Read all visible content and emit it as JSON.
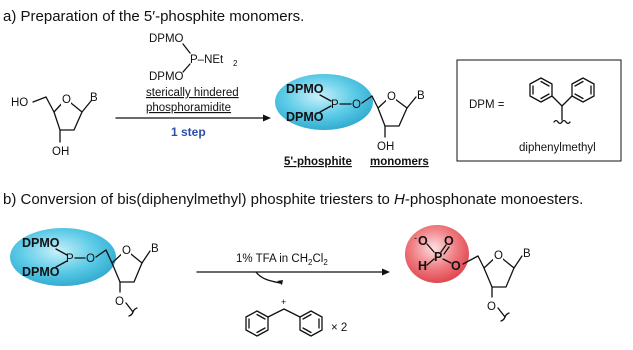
{
  "section_a": {
    "heading": "a) Preparation of the 5′-phosphite monomers.",
    "reagent": {
      "dpmo_top": "DPMO",
      "p_net2": "P–NEt",
      "net2_sub": "2",
      "dpmo_bottom": "DPMO",
      "desc_line1": "sterically hindered",
      "desc_line2": "phosphoramidite",
      "step": "1 step"
    },
    "start": {
      "ho": "HO",
      "oh": "OH",
      "ring_o": "O",
      "base": "B"
    },
    "product": {
      "dpmo_top": "DPMO",
      "dpmo_bottom": "DPMO",
      "p": "P",
      "o_link": "O",
      "ring_o": "O",
      "base": "B",
      "oh": "OH",
      "caption_part1": "5'-phosphite",
      "caption_part2": "monomers"
    },
    "dpm_box": {
      "label": "DPM =",
      "name": "diphenylmethyl"
    }
  },
  "section_b": {
    "heading_prefix": "b) Conversion of bis(diphenylmethyl) phosphite triesters to ",
    "heading_italic": "H",
    "heading_suffix": "-phosphonate monoesters.",
    "reactant": {
      "dpmo_top": "DPMO",
      "dpmo_bottom": "DPMO",
      "p": "P",
      "o_link": "O",
      "ring_o": "O",
      "base": "B",
      "o_3": "O"
    },
    "condition_prefix": "1% TFA in CH",
    "sub_2a": "2",
    "condition_cl": "Cl",
    "sub_2b": "2",
    "cation_charge": "+",
    "times": "× 2",
    "product": {
      "o_minus": "O",
      "minus": "-",
      "o_double": "O",
      "h": "H",
      "p": "P",
      "o_link": "O",
      "ring_o": "O",
      "base": "B",
      "o_3": "O"
    }
  },
  "colors": {
    "blue_ellipse": "#3bb8da",
    "red_ellipse": "#e8535a",
    "step_text": "#2e4fa8"
  }
}
